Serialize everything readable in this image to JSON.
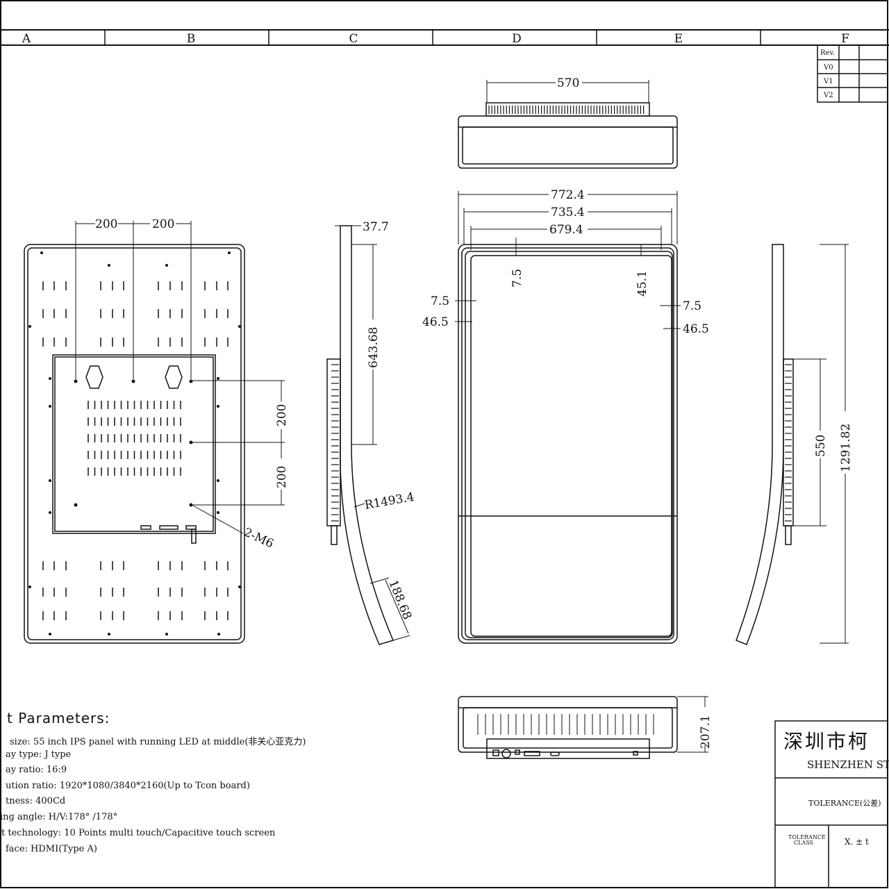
{
  "border": {
    "columns": [
      "A",
      "B",
      "C",
      "D",
      "E",
      "F"
    ]
  },
  "revision_table": {
    "header": "Rev.",
    "rows": [
      "V0",
      "V1",
      "V2"
    ]
  },
  "dimensions": {
    "top_width": "570",
    "overall_width": "772.4",
    "frame_width": "735.4",
    "inner_width": "679.4",
    "bezel_top": "7.5",
    "bezel_top_inner": "45.1",
    "bezel_left": "7.5",
    "bezel_left_inner": "46.5",
    "bezel_right": "7.5",
    "bezel_right_inner": "46.5",
    "overall_height": "1291.82",
    "side_box_height": "550",
    "bottom_depth": "207.1",
    "vesa_h1": "200",
    "vesa_h2": "200",
    "vesa_v1": "200",
    "vesa_v2": "200",
    "screw": "2-M6",
    "side_depth": "37.7",
    "side_upper": "643.68",
    "curve_radius": "R1493.4",
    "curve_depth": "188.68"
  },
  "parameters": {
    "title": "t Parameters:",
    "lines": [
      "size: 55 inch IPS panel with running LED at middle(非关心亚克力)",
      "ay type: J type",
      "ay ratio: 16:9",
      "ution ratio: 1920*1080/3840*2160(Up to Tcon board)",
      "tness: 400Cd",
      "ing angle: H/V:178° /178°",
      "t technology: 10 Points multi touch/Capacitive touch screen",
      "face: HDMI(Type A)"
    ]
  },
  "title_block": {
    "company_cn": "深圳市柯",
    "company_en": "SHENZHEN ST",
    "tolerance": "TOLERANCE(公差)",
    "tolerance_class_1": "TOLERANCE",
    "tolerance_class_2": "CLASS",
    "tolerance_value": "X. ± t"
  }
}
